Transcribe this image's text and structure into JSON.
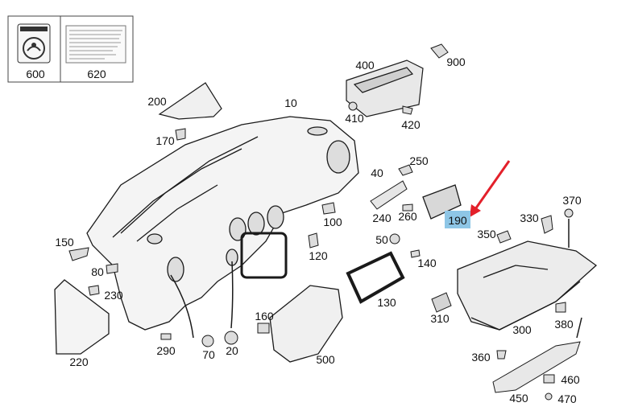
{
  "colors": {
    "line": "#1a1a1a",
    "fill_light": "#f2f2f2",
    "fill_mid": "#dcdcdc",
    "highlight": "#8ec6e6",
    "arrow": "#e3202a"
  },
  "legend_box": {
    "labels": [
      "600",
      "620"
    ]
  },
  "callouts": [
    {
      "id": "c600",
      "label": "600"
    },
    {
      "id": "c620",
      "label": "620"
    },
    {
      "id": "c200",
      "label": "200"
    },
    {
      "id": "c10",
      "label": "10"
    },
    {
      "id": "c170",
      "label": "170"
    },
    {
      "id": "c400",
      "label": "400"
    },
    {
      "id": "c900",
      "label": "900"
    },
    {
      "id": "c410",
      "label": "410"
    },
    {
      "id": "c420",
      "label": "420"
    },
    {
      "id": "c250",
      "label": "250"
    },
    {
      "id": "c40",
      "label": "40"
    },
    {
      "id": "c240",
      "label": "240"
    },
    {
      "id": "c260",
      "label": "260"
    },
    {
      "id": "c190",
      "label": "190",
      "highlighted": true
    },
    {
      "id": "c370",
      "label": "370"
    },
    {
      "id": "c330",
      "label": "330"
    },
    {
      "id": "c350",
      "label": "350"
    },
    {
      "id": "c100",
      "label": "100"
    },
    {
      "id": "c50",
      "label": "50"
    },
    {
      "id": "c120",
      "label": "120"
    },
    {
      "id": "c140",
      "label": "140"
    },
    {
      "id": "c150",
      "label": "150"
    },
    {
      "id": "c80",
      "label": "80"
    },
    {
      "id": "c230",
      "label": "230"
    },
    {
      "id": "c130",
      "label": "130"
    },
    {
      "id": "c310",
      "label": "310"
    },
    {
      "id": "c300",
      "label": "300"
    },
    {
      "id": "c380",
      "label": "380"
    },
    {
      "id": "c160",
      "label": "160"
    },
    {
      "id": "c290",
      "label": "290"
    },
    {
      "id": "c70",
      "label": "70"
    },
    {
      "id": "c20",
      "label": "20"
    },
    {
      "id": "c500",
      "label": "500"
    },
    {
      "id": "c360",
      "label": "360"
    },
    {
      "id": "c460",
      "label": "460"
    },
    {
      "id": "c450",
      "label": "450"
    },
    {
      "id": "c470",
      "label": "470"
    },
    {
      "id": "c220",
      "label": "220"
    }
  ]
}
